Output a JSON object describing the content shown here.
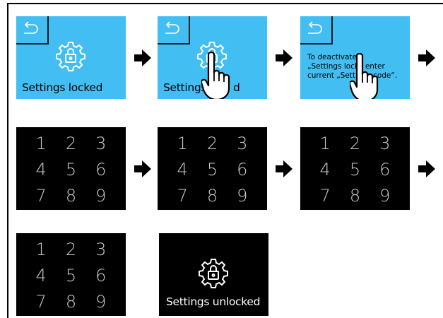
{
  "row1": {
    "screen1": {
      "label": "Settings locked"
    },
    "screen2": {
      "label_left": "Settings",
      "label_right": "d"
    },
    "screen3": {
      "lines": [
        "To deactivate",
        "„Settings lock“ enter",
        "current „Settings code“."
      ]
    }
  },
  "keypad": {
    "keys": [
      "1",
      "2",
      "3",
      "4",
      "5",
      "6",
      "7",
      "8",
      "9"
    ]
  },
  "final": {
    "label": "Settings unlocked"
  },
  "colors": {
    "screen_blue": "#42bef2",
    "screen_black": "#000000",
    "key_gray": "#c8c8c8"
  },
  "icons": [
    "back-arrow-icon",
    "gear-lock-icon",
    "pointing-hand-icon",
    "right-arrow-icon"
  ]
}
